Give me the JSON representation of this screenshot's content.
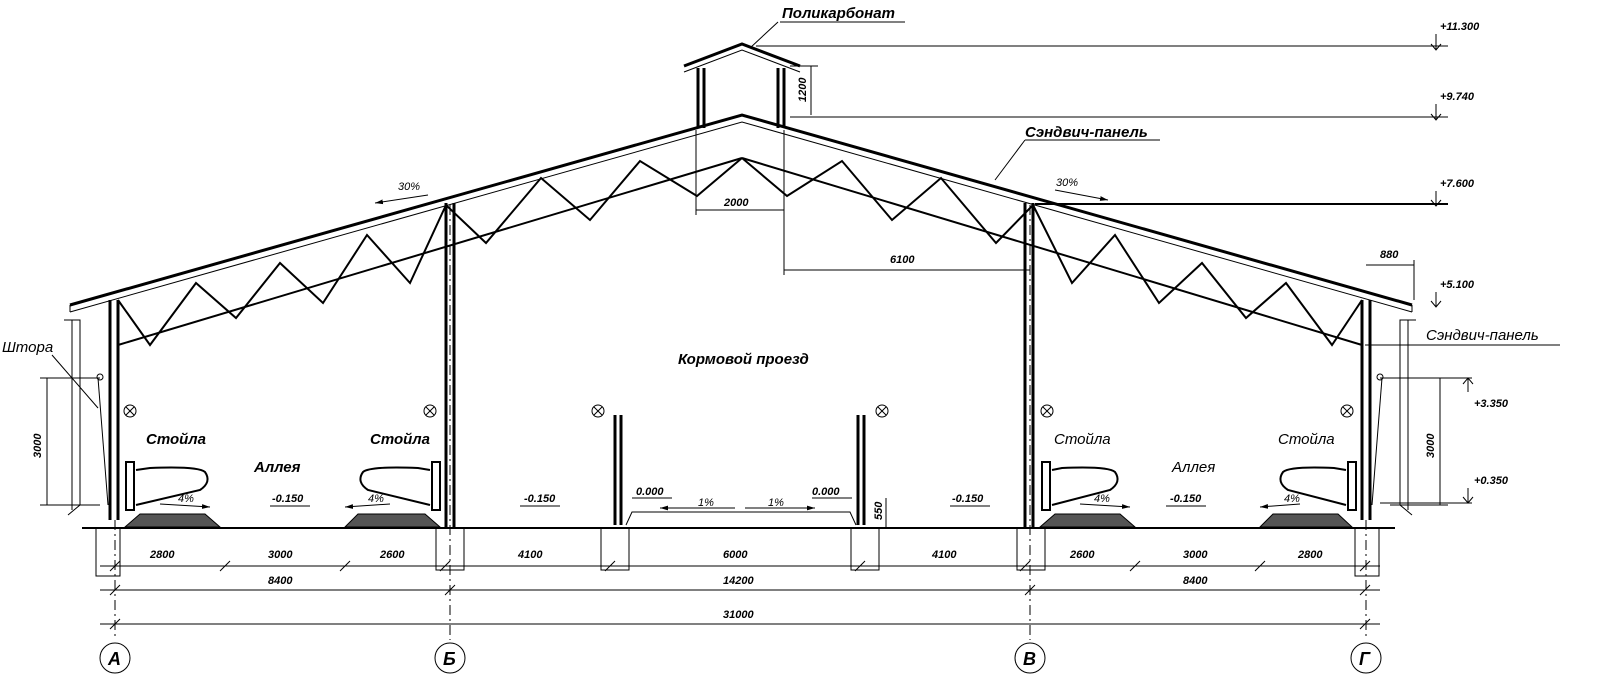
{
  "labels": {
    "polycarbonate": "Поликарбонат",
    "sandwich_roof": "Сэндвич-панель",
    "sandwich_wall": "Сэндвич-панель",
    "curtain": "Штора",
    "feed_passage": "Кормовой проезд",
    "stalls_1": "Стойла",
    "stalls_2": "Стойла",
    "stalls_3": "Стойла",
    "stalls_4": "Стойла",
    "alley_1": "Аллея",
    "alley_2": "Аллея"
  },
  "elevations": {
    "ridge_top": "+11.300",
    "ridge": "+9.740",
    "truss": "+7.600",
    "eave": "+5.100",
    "curtain_top": "+3.350",
    "curtain_bottom": "+0.350",
    "floor_1": "-0.150",
    "floor_2": "-0.150",
    "floor_3": "-0.150",
    "floor_4": "-0.150",
    "feed_left": "0.000",
    "feed_right": "0.000"
  },
  "slopes": {
    "roof_left": "30%",
    "roof_right": "30%",
    "feed_left": "1%",
    "feed_right": "1%",
    "stall_1": "4%",
    "stall_2": "4%",
    "stall_3": "4%",
    "stall_4": "4%"
  },
  "dims": {
    "skylight_height": "1200",
    "skylight_width": "2000",
    "half_span": "6100",
    "overhang": "880",
    "wall_left": "3000",
    "wall_right": "3000",
    "curb": "550",
    "row1": [
      "2800",
      "3000",
      "2600",
      "4100",
      "6000",
      "4100",
      "2600",
      "3000",
      "2800"
    ],
    "row2": [
      "8400",
      "14200",
      "8400"
    ],
    "total": "31000"
  },
  "axes": [
    "А",
    "Б",
    "В",
    "Г"
  ]
}
